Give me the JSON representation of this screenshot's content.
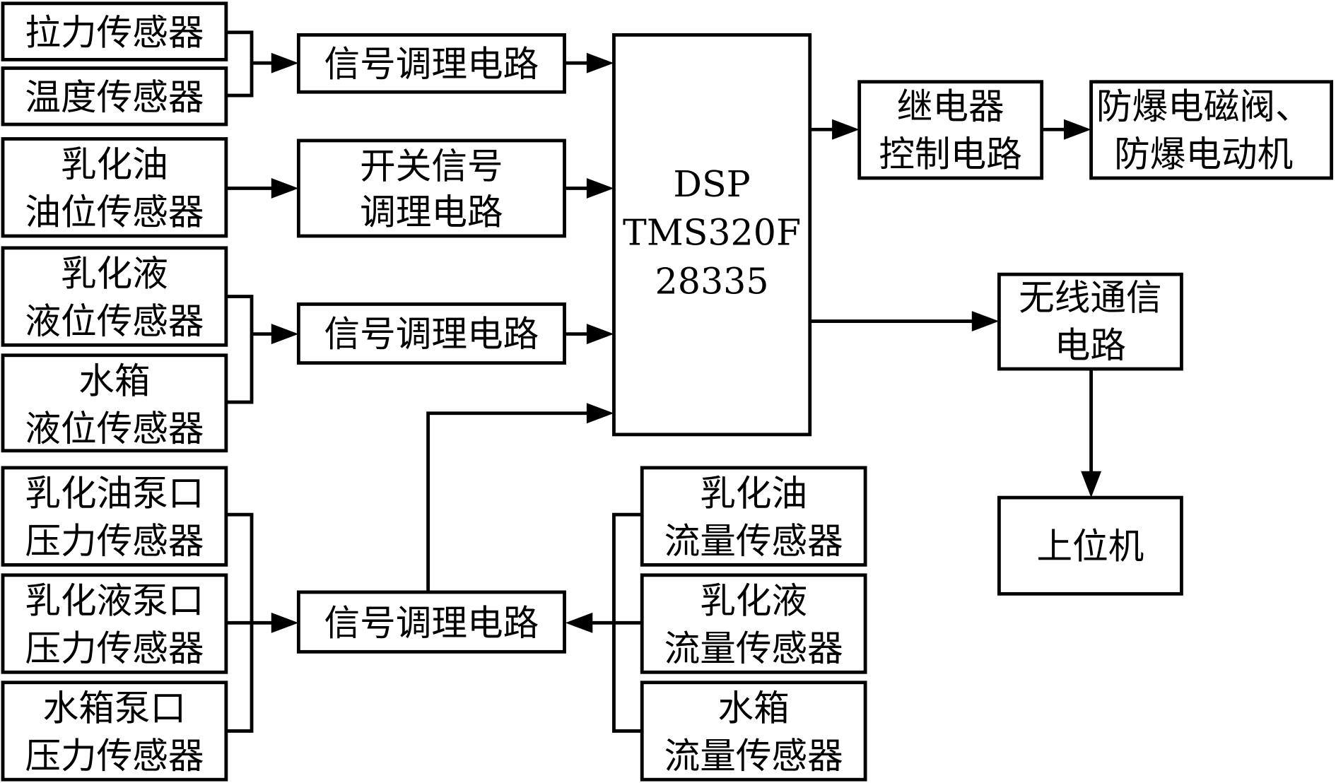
{
  "diagram": {
    "sensors_group1": [
      {
        "lines": [
          "拉力传感器"
        ]
      },
      {
        "lines": [
          "温度传感器"
        ]
      }
    ],
    "sensor_oil_level": {
      "lines": [
        "乳化油",
        "油位传感器"
      ]
    },
    "sensors_group3": [
      {
        "lines": [
          "乳化液",
          "液位传感器"
        ]
      },
      {
        "lines": [
          "水箱",
          "液位传感器"
        ]
      }
    ],
    "pressure_sensors": [
      {
        "lines": [
          "乳化油泵口",
          "压力传感器"
        ]
      },
      {
        "lines": [
          "乳化液泵口",
          "压力传感器"
        ]
      },
      {
        "lines": [
          "水箱泵口",
          "压力传感器"
        ]
      }
    ],
    "flow_sensors": [
      {
        "lines": [
          "乳化油",
          "流量传感器"
        ]
      },
      {
        "lines": [
          "乳化液",
          "流量传感器"
        ]
      },
      {
        "lines": [
          "水箱",
          "流量传感器"
        ]
      }
    ],
    "conditioning_1": {
      "lines": [
        "信号调理电路"
      ]
    },
    "switch_conditioning": {
      "lines": [
        "开关信号",
        "调理电路"
      ]
    },
    "conditioning_3": {
      "lines": [
        "信号调理电路"
      ]
    },
    "conditioning_4": {
      "lines": [
        "信号调理电路"
      ]
    },
    "dsp": {
      "lines": [
        "DSP",
        "TMS320F",
        "28335"
      ]
    },
    "relay": {
      "lines": [
        "继电器",
        "控制电路"
      ]
    },
    "actuators": {
      "lines": [
        "防爆电磁阀、",
        "防爆电动机"
      ]
    },
    "wireless": {
      "lines": [
        "无线通信",
        "电路"
      ]
    },
    "host": {
      "lines": [
        "上位机"
      ]
    }
  }
}
